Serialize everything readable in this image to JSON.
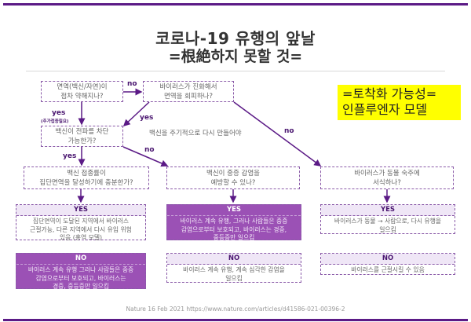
{
  "title": {
    "line1": "코로나-19 유행의 앞날",
    "line2": "=根絶하지 못할 것="
  },
  "callout": {
    "text": "=토착화 가능성=\n인플루엔자 모델",
    "background_color": "#ffff00"
  },
  "questions": {
    "immunity_wane": "면역(백신/자연)이\n점차 약해지나?",
    "virus_evolve": "바이러스가 진화해서\n면역을 회피하나?",
    "block_transmission": "백신이 전파를 차단\n가능한가?",
    "herd_immunity": "백신 접종률이\n집단면역을 달성하기에 충분한가?",
    "prevent_severe": "백신이 중증 감염을\n예방할 수 있나?",
    "animal_host": "바이러스가 동물 숙주에\n서식하나?"
  },
  "edge_labels": {
    "wane_no": "no",
    "wane_yes": "yes",
    "wane_yes_note": "(추가접종필요)",
    "evolve_yes": "yes",
    "evolve_yes_note": "백신을 주기적으로 다시 만들어야",
    "evolve_no": "no",
    "block_yes": "yes",
    "block_no": "no"
  },
  "outcomes": [
    {
      "yes_label": "YES",
      "yes_text": "집단면역이 도달된 지역에서 바이러스\n근절가능, 다른 지역에서 다시 유입 위험\n있음 (홍역 모델)",
      "yes_style": "light",
      "no_label": "NO",
      "no_text": "바이러스 계속 유행 그러나 사람들은 중증\n감염으로부터 보호되고, 바이러스는\n경증, 중등증만 일으킴",
      "no_style": "dark"
    },
    {
      "yes_label": "YES",
      "yes_text": "바이러스 계속 유행, 그러나 사람들은 중증\n감염으로부터 보호되고, 바이러스는 경증,\n중등증만 일으킴",
      "yes_style": "dark",
      "no_label": "NO",
      "no_text": "바이러스 계속 유행, 계속 심각한 감염을\n일으킴",
      "no_style": "light"
    },
    {
      "yes_label": "YES",
      "yes_text": "바이러스가 동물 → 사람으로, 다시 유행을\n일으킴",
      "yes_style": "light",
      "no_label": "NO",
      "no_text": "바이러스를 근절시킬 수 있음",
      "no_style": "light"
    }
  ],
  "footer": {
    "source": "Nature 16 Feb 2021  https://www.nature.com/articles/d41586-021-00396-2"
  },
  "colors": {
    "accent_purple": "#5b1a86",
    "box_purple": "#9b51b5",
    "highlight_yellow": "#ffff00"
  }
}
